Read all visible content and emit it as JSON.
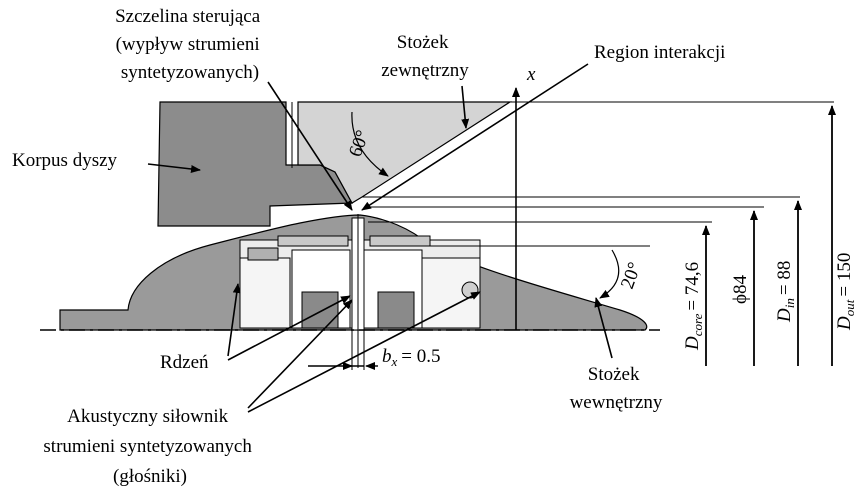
{
  "labels": {
    "control_slot": [
      "Szczelina sterująca",
      "(wypływ strumieni",
      "syntetyzowanych)"
    ],
    "outer_cone": [
      "Stożek",
      "zewnętrzny"
    ],
    "interaction_region": "Region interakcji",
    "nozzle_body": "Korpus dyszy",
    "core": "Rdzeń",
    "inner_cone": [
      "Stożek",
      "wewnętrzny"
    ],
    "actuator": [
      "Akustyczny siłownik",
      "strumieni syntetyzowanych",
      "(głośniki)"
    ],
    "x_axis": "x",
    "angle_outer": "60°",
    "angle_inner": "20°"
  },
  "dimensions": {
    "bx": {
      "symbol": "b",
      "sub": "x",
      "value": "= 0.5"
    },
    "d_core": {
      "symbol": "D",
      "sub": "core",
      "value": "= 74,6"
    },
    "phi84": "ϕ84",
    "d_in": {
      "symbol": "D",
      "sub": "in",
      "value": "= 88"
    },
    "d_out": {
      "symbol": "D",
      "sub": "out",
      "value": "= 150"
    }
  },
  "colors": {
    "body_dark": "#8c8c8c",
    "cone_light": "#d4d4d4",
    "inner_cone": "#9a9a9a",
    "line": "#000000"
  }
}
